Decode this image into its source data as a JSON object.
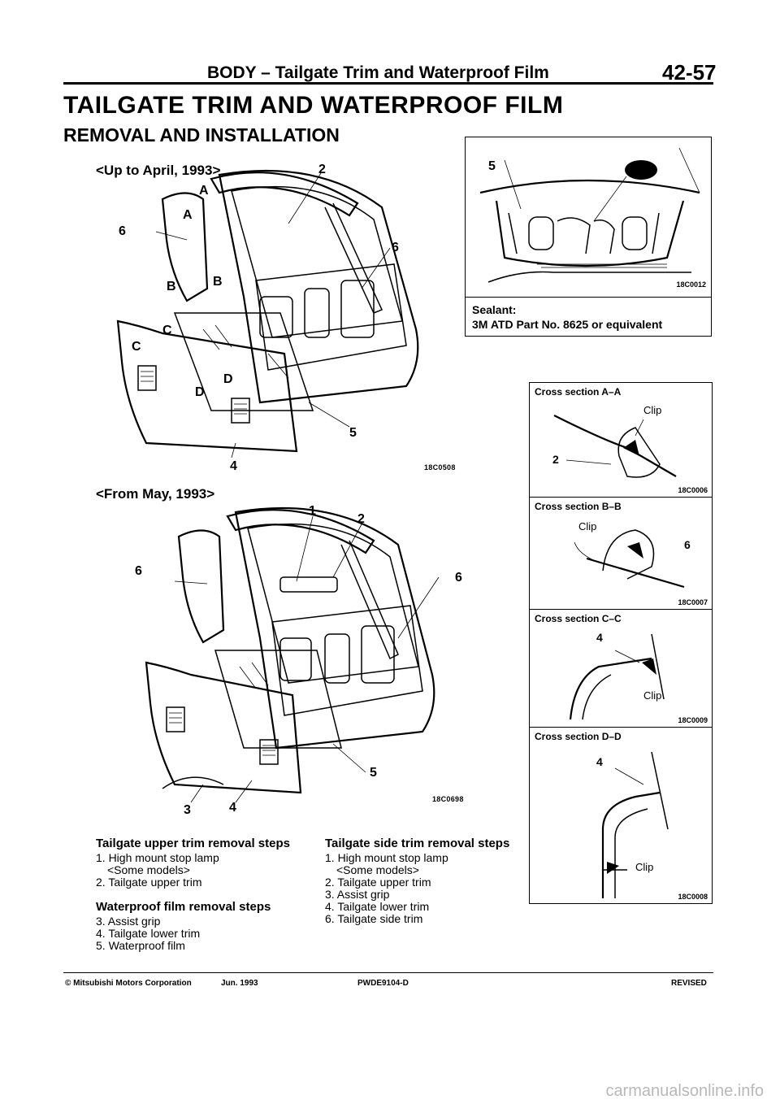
{
  "header": {
    "title": "BODY – Tailgate Trim and Waterproof Film",
    "page_number": "42-57"
  },
  "main_title": "TAILGATE TRIM AND WATERPROOF FILM",
  "subtitle": "REMOVAL AND INSTALLATION",
  "figure_upper": {
    "variant_label": "<Up to April, 1993>",
    "figure_code": "18C0508",
    "callouts": [
      "2",
      "6",
      "6",
      "5",
      "4",
      "A",
      "A",
      "B",
      "B",
      "C",
      "C",
      "D",
      "D"
    ]
  },
  "figure_lower": {
    "variant_label": "<From May, 1993>",
    "figure_code": "18C0698",
    "callouts": [
      "1",
      "2",
      "6",
      "6",
      "5",
      "3",
      "4"
    ]
  },
  "sealant_box": {
    "callout": "5",
    "figure_code": "18C0012",
    "label": "Sealant:",
    "spec": "3M ATD Part No. 8625 or equivalent"
  },
  "cross_sections": [
    {
      "title": "Cross section A–A",
      "clip_label": "Clip",
      "part_number": "2",
      "figure_code": "18C0006"
    },
    {
      "title": "Cross section B–B",
      "clip_label": "Clip",
      "part_number": "6",
      "figure_code": "18C0007"
    },
    {
      "title": "Cross section C–C",
      "clip_label": "Clip",
      "part_number": "4",
      "figure_code": "18C0009"
    },
    {
      "title": "Cross section D–D",
      "clip_label": "Clip",
      "part_number": "4",
      "figure_code": "18C0008"
    }
  ],
  "steps": {
    "upper_trim": {
      "heading": "Tailgate upper trim removal steps",
      "items": [
        {
          "text": "1. High mount stop lamp",
          "note": "<Some models>"
        },
        {
          "text": "2. Tailgate upper trim",
          "note": ""
        }
      ]
    },
    "waterproof_film": {
      "heading": "Waterproof film removal steps",
      "items": [
        {
          "text": "3. Assist grip",
          "note": ""
        },
        {
          "text": "4. Tailgate lower trim",
          "note": ""
        },
        {
          "text": "5. Waterproof film",
          "note": ""
        }
      ]
    },
    "side_trim": {
      "heading": "Tailgate side trim removal steps",
      "items": [
        {
          "text": "1. High mount stop lamp",
          "note": "<Some models>"
        },
        {
          "text": "2. Tailgate upper trim",
          "note": ""
        },
        {
          "text": "3. Assist grip",
          "note": ""
        },
        {
          "text": "4. Tailgate lower trim",
          "note": ""
        },
        {
          "text": "6. Tailgate side trim",
          "note": ""
        }
      ]
    }
  },
  "footer": {
    "copyright": "© Mitsubishi Motors Corporation",
    "date": "Jun. 1993",
    "doc_code": "PWDE9104-D",
    "status": "REVISED"
  },
  "watermark": "carmanualsonline.info"
}
